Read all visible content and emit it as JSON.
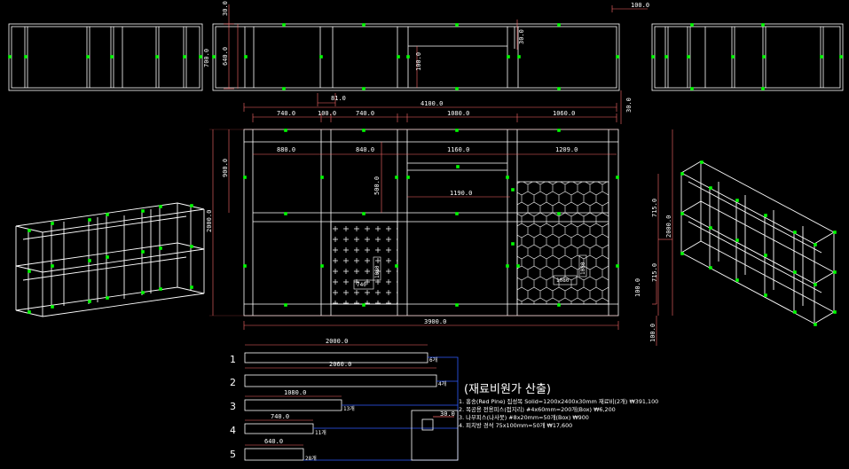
{
  "colors": {
    "background": "#000000",
    "geometry": "#ffffff",
    "dimension": "#ff6b6b",
    "node": "#00ff00",
    "leader": "#2f5cff",
    "cyan": "#00ffff"
  },
  "top_view": {
    "dims": {
      "d30": "30.0",
      "d640": "640.0",
      "d700": "700.0",
      "d100_top": "100.0",
      "d100_mid": "100.0",
      "d30_mid": "30.0",
      "d81": "81.0",
      "d4100": "4100.0",
      "d30_right": "30.0"
    }
  },
  "front_view": {
    "dims": {
      "d740a": "740.0",
      "d100": "100.0",
      "d740b": "740.0",
      "d1080a": "1080.0",
      "d1060": "1060.0",
      "d880": "880.0",
      "d840": "840.0",
      "d1160": "1160.0",
      "d1209": "1209.0",
      "d900": "900.0",
      "d500": "500.0",
      "d1190": "1190.0",
      "d715a": "715.0",
      "d715b": "715.0",
      "d2000": "2000.0",
      "d2000r": "2000.0",
      "d100r": "100.0",
      "d100rb": "100.0",
      "d3900": "3900.0",
      "d740box": "740",
      "d1080box": "1080",
      "d1080v": "1080",
      "d1080v2": "1080"
    }
  },
  "cutlist": {
    "items": [
      {
        "num": "1",
        "length": "2000.0",
        "count": "6개"
      },
      {
        "num": "2",
        "length": "2060.0",
        "count": "4개"
      },
      {
        "num": "3",
        "length": "1080.0",
        "count": "13개"
      },
      {
        "num": "4",
        "length": "740.0",
        "count": "11개"
      },
      {
        "num": "5",
        "length": "640.0",
        "count": "28개"
      }
    ],
    "section_dim": "30.0"
  },
  "bom": {
    "title": "(재료비원가 산출)",
    "lines": [
      "1. 홍송(Red Pine) 집성목 Solid=1200x2400x30mm 재료비(2개) ₩391,100",
      "2. 목공용 전용피스(접지리) #4x60mm=200개(Box) ₩6,200",
      "3. 나무피스(나사못) #8x20mm=50개(Box) ₩900",
      "4. 피치방 경석 75x100mm=50개 ₩17,600"
    ]
  }
}
